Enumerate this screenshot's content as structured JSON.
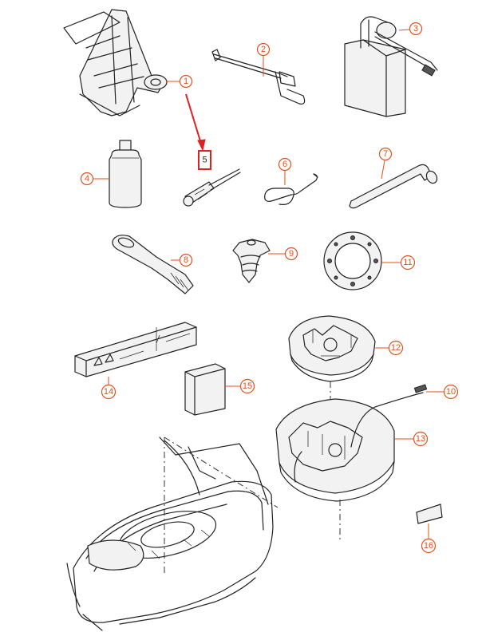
{
  "accent_color": "#e0521b",
  "highlight_color": "#e02020",
  "callouts": [
    {
      "id": "c1",
      "label": "1"
    },
    {
      "id": "c2",
      "label": "2"
    },
    {
      "id": "c3",
      "label": "3"
    },
    {
      "id": "c4",
      "label": "4"
    },
    {
      "id": "c5",
      "label": "5"
    },
    {
      "id": "c6",
      "label": "6"
    },
    {
      "id": "c7",
      "label": "7"
    },
    {
      "id": "c8",
      "label": "8"
    },
    {
      "id": "c9",
      "label": "9"
    },
    {
      "id": "c10",
      "label": "10"
    },
    {
      "id": "c11",
      "label": "11"
    },
    {
      "id": "c12",
      "label": "12"
    },
    {
      "id": "c13",
      "label": "13"
    },
    {
      "id": "c14",
      "label": "14"
    },
    {
      "id": "c15",
      "label": "15"
    },
    {
      "id": "c16",
      "label": "16"
    }
  ],
  "highlighted_callout": "5",
  "part_icons": {
    "jack": "car-jack-icon",
    "crank": "jack-crank-handle-icon",
    "compressor": "tyre-compressor-icon",
    "bottle": "sealant-bottle-icon",
    "screwdriver": "screwdriver-icon",
    "hook": "wire-hook-icon",
    "wrench": "wheel-wrench-icon",
    "towing_eye": "towing-eye-icon",
    "knob": "locking-knob-icon",
    "ring": "wheel-bolt-ring-icon",
    "tray_top": "tool-tray-insert-icon",
    "tray_bottom": "spare-wheel-tray-icon",
    "triangle": "warning-triangle-box-icon",
    "firstaid": "first-aid-pack-icon",
    "sticker": "label-sticker-icon",
    "car": "car-rear-trunk-icon"
  }
}
